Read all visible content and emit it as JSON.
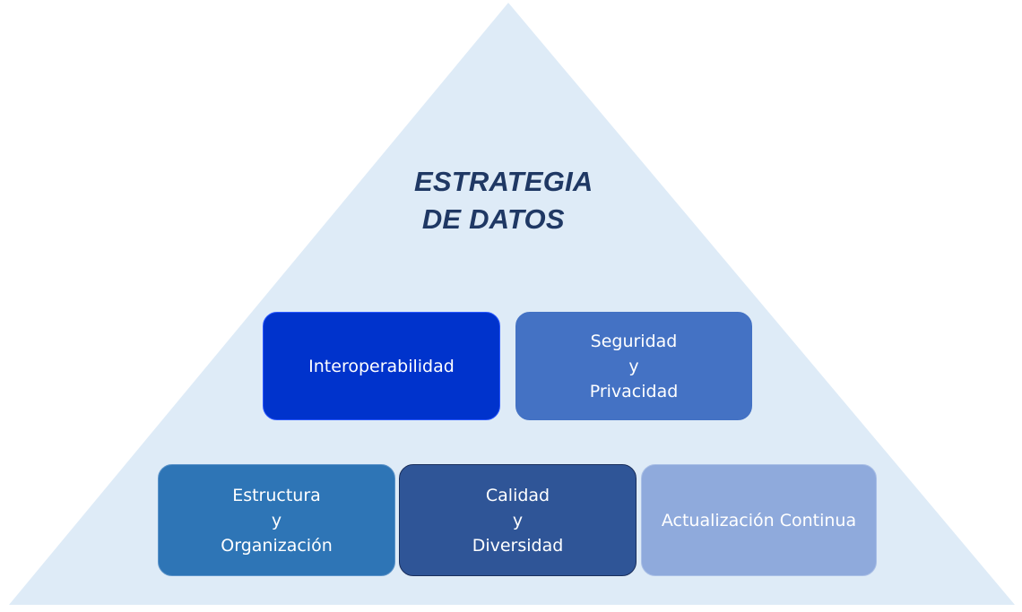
{
  "title": {
    "line1": "ESTRATEGIA",
    "line2": " DE DATOS"
  },
  "blocks": [
    {
      "lines": [
        "Interoperabilidad"
      ],
      "color": "#0033cc"
    },
    {
      "lines": [
        "Seguridad",
        "y",
        "Privacidad"
      ],
      "color": "#4472c4"
    },
    {
      "lines": [
        "Estructura",
        "y",
        "Organización"
      ],
      "color": "#2e75b6"
    },
    {
      "lines": [
        "Calidad",
        "y",
        "Diversidad"
      ],
      "color": "#2f5597"
    },
    {
      "lines": [
        "Actualización Continua"
      ],
      "color": "#8faadc"
    }
  ],
  "colors": {
    "pyramid_fill": "#deebf7",
    "title_text": "#1f3864"
  }
}
